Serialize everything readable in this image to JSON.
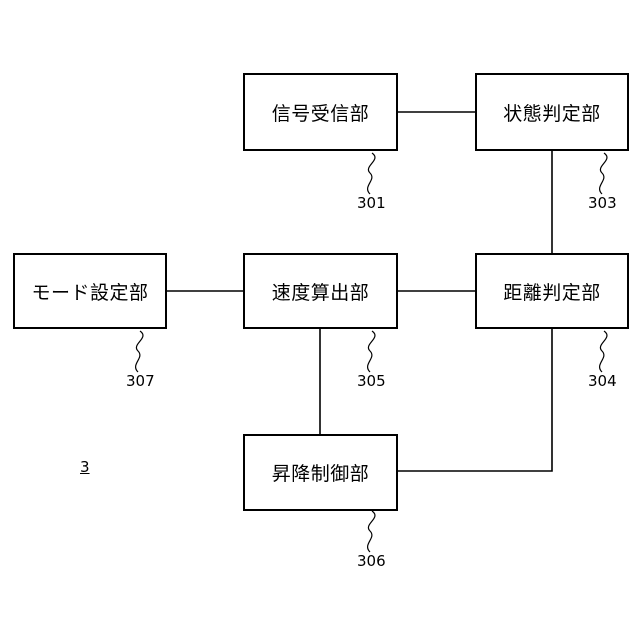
{
  "figure_number": "3",
  "blocks": {
    "signal_receiver": {
      "label": "信号受信部",
      "ref": "301"
    },
    "state_determiner": {
      "label": "状態判定部",
      "ref": "303"
    },
    "distance_determiner": {
      "label": "距離判定部",
      "ref": "304"
    },
    "speed_calculator": {
      "label": "速度算出部",
      "ref": "305"
    },
    "lift_controller": {
      "label": "昇降制御部",
      "ref": "306"
    },
    "mode_setter": {
      "label": "モード設定部",
      "ref": "307"
    }
  },
  "colors": {
    "line": "#000000",
    "background": "#ffffff"
  }
}
